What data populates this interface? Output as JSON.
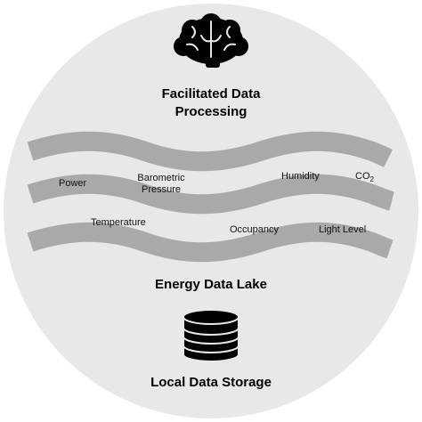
{
  "diagram": {
    "top_title": "Facilitated Data\nProcessing",
    "middle_title": "Energy Data Lake",
    "bottom_title": "Local Data Storage",
    "icons": {
      "top": "brain-icon",
      "bottom": "database-icon"
    },
    "labels": {
      "power": "Power",
      "barometric_pressure": "Barometric\nPressure",
      "humidity": "Humidity",
      "co2_main": "CO",
      "co2_sub": "2",
      "temperature": "Temperature",
      "occupancy": "Occupancy",
      "light_level": "Light Level"
    },
    "colors": {
      "background_circle": "#e8e8e8",
      "waves": "#a9a9a9",
      "icons": "#000000"
    }
  }
}
